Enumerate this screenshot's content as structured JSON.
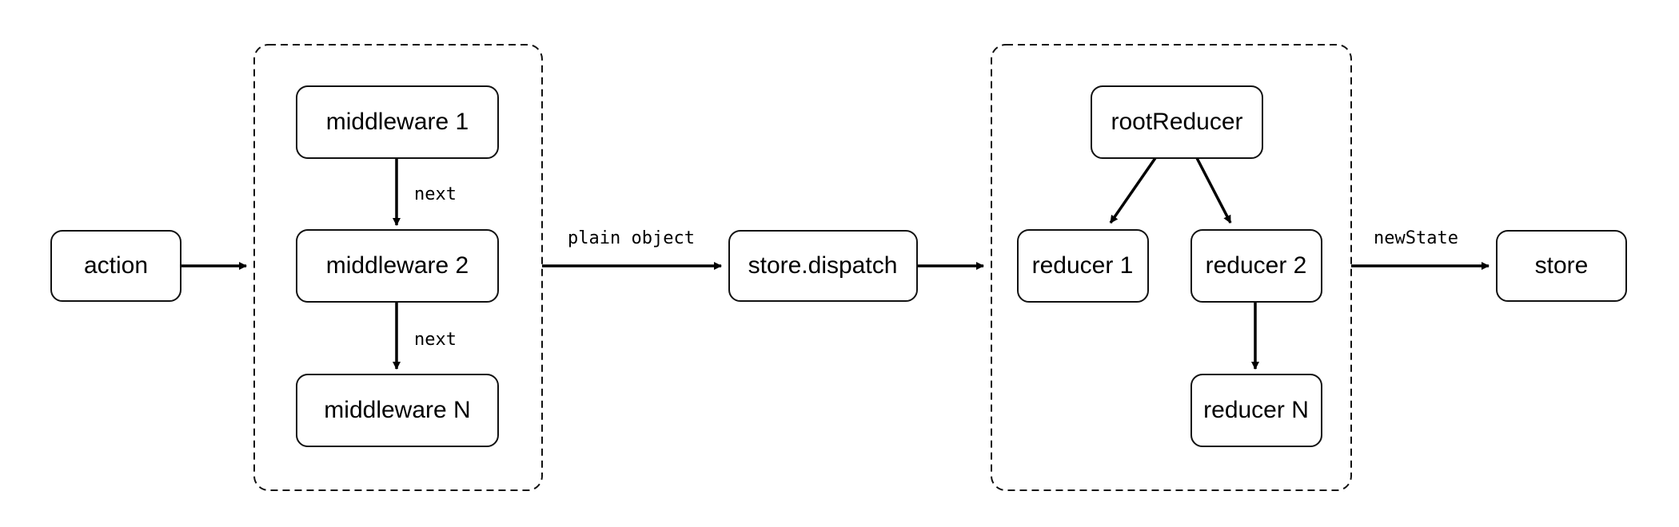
{
  "nodes": {
    "action": "action",
    "middleware_1": "middleware 1",
    "middleware_2": "middleware 2",
    "middleware_n": "middleware N",
    "store_dispatch": "store.dispatch",
    "root_reducer": "rootReducer",
    "reducer_1": "reducer 1",
    "reducer_2": "reducer 2",
    "reducer_n": "reducer N",
    "store": "store"
  },
  "edge_labels": {
    "next_1": "next",
    "next_2": "next",
    "plain_object": "plain object",
    "new_state": "newState"
  }
}
